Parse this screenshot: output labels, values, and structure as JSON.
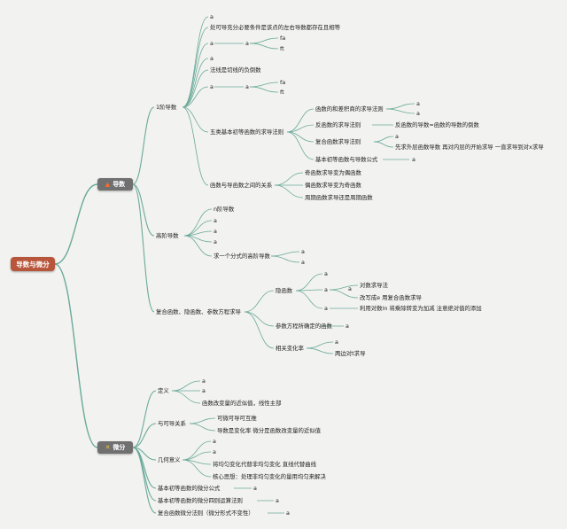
{
  "root": "导数与微分",
  "branches": {
    "derivative": {
      "label": "导数",
      "icon": "fire-icon",
      "first_order": {
        "label": "1阶导数",
        "items": {
          "a1": "a",
          "differentiable": "处可导充分必要条件是该点的左右导数都存在且相等",
          "a2": "a",
          "a3": "a",
          "fa": "fa",
          "ft": "ft",
          "a4": "a",
          "normal": "法线是切线的负倒数",
          "a5": "a",
          "a6": "a",
          "fa2": "fa",
          "ft2": "ft",
          "five_rules": "五类基本初等函数的求导法则",
          "rule_sum": "函数的和差积商的求导法则",
          "rule_sum_a1": "a",
          "rule_sum_a2": "a",
          "rule_inverse": "反函数的求导法则",
          "rule_inverse_desc": "反函数的导数=函数的导数的倒数",
          "rule_composite": "复合函数求导法则",
          "rule_composite_a": "a",
          "rule_composite_desc": "先求外层函数导数 再对内层的开始求导 一直求导到对x求导",
          "rule_basic": "基本初等函数与导数公式",
          "rule_basic_a": "a",
          "relation": "函数与导函数之间的关系",
          "rel_odd": "奇函数求导变为偶函数",
          "rel_even": "偶函数求导变为奇函数",
          "rel_period": "周期函数求导还是周期函数"
        }
      },
      "higher_order": {
        "label": "高阶导数",
        "n_order": "n阶导数",
        "a1": "a",
        "a2": "a",
        "a3": "a",
        "fraction": "求一个分式的高阶导数",
        "frac_a1": "a",
        "frac_a2": "a"
      },
      "composite": {
        "label": "复合函数、隐函数、参数方程求导",
        "implicit": "隐函数",
        "imp_a1": "a",
        "imp_a2": "a",
        "log_method": "对数求导法",
        "imp_a3": "a",
        "rewrite": "改写成e 用复合函数求导",
        "imp_a4": "a",
        "use_log": "利用对数ln 将乘除转变为加减 注意绝对值的添加",
        "parametric": "参数方程所确定的函数",
        "par_a": "a",
        "related_rate": "相关变化率",
        "rr_a": "a",
        "both_sides": "两边对t求导"
      }
    },
    "differential": {
      "label": "微分",
      "icon": "tools-icon",
      "definition": {
        "label": "定义",
        "a1": "a",
        "a2": "a",
        "approx": "函数改变量的近似值，线性主部"
      },
      "relation": {
        "label": "与可导关系",
        "equiv": "可微可导可互推",
        "rate": "导数是变化率 微分是函数改变量的近似值"
      },
      "geometric": {
        "label": "几何意义",
        "a1": "a",
        "a2": "a",
        "uniform": "将均匀变化代替非均匀变化 直线代替曲线",
        "core": "核心思想：处理非均匀变化的量用均匀来解决"
      },
      "basic_formula": "基本初等函数的微分公式",
      "basic_formula_a": "a",
      "arith": "基本初等函数的微分四则运算法则",
      "arith_a": "a",
      "composite_rule": "复合函数微分法则（微分形式不变性）",
      "composite_rule_a": "a"
    }
  },
  "colors": {
    "link": "#6aaa9a",
    "root": "#b8563c",
    "main": "#707070",
    "background": "#f2f2f0"
  }
}
